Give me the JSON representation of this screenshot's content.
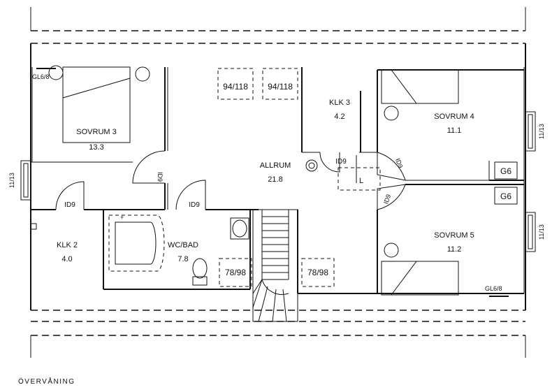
{
  "plan_title": "ÖVERVÅNING",
  "rooms": {
    "sovrum3": {
      "name": "SOVRUM 3",
      "area": "13.3"
    },
    "sovrum4": {
      "name": "SOVRUM 4",
      "area": "11.1"
    },
    "sovrum5": {
      "name": "SOVRUM 5",
      "area": "11.2"
    },
    "allrum": {
      "name": "ALLRUM",
      "area": "21.8"
    },
    "klk3": {
      "name": "KLK 3",
      "area": "4.2"
    },
    "klk2": {
      "name": "KLK 2",
      "area": "4.0"
    },
    "wcbad": {
      "name": "WC/BAD",
      "area": "7.8"
    }
  },
  "doors": {
    "id9": "ID9"
  },
  "windows": {
    "roof_a": "94/118",
    "roof_b": "94/118",
    "roof_c": "78/98",
    "roof_d": "78/98",
    "wall_left": "11/13",
    "wall_right_top": "11/13",
    "wall_right_bottom": "11/13",
    "gl_top": "GL6/8",
    "gl_bottom": "GL6/8"
  },
  "boxes": {
    "g6_top": "G6",
    "g6_bottom": "G6"
  },
  "markers": {
    "l": "L"
  }
}
